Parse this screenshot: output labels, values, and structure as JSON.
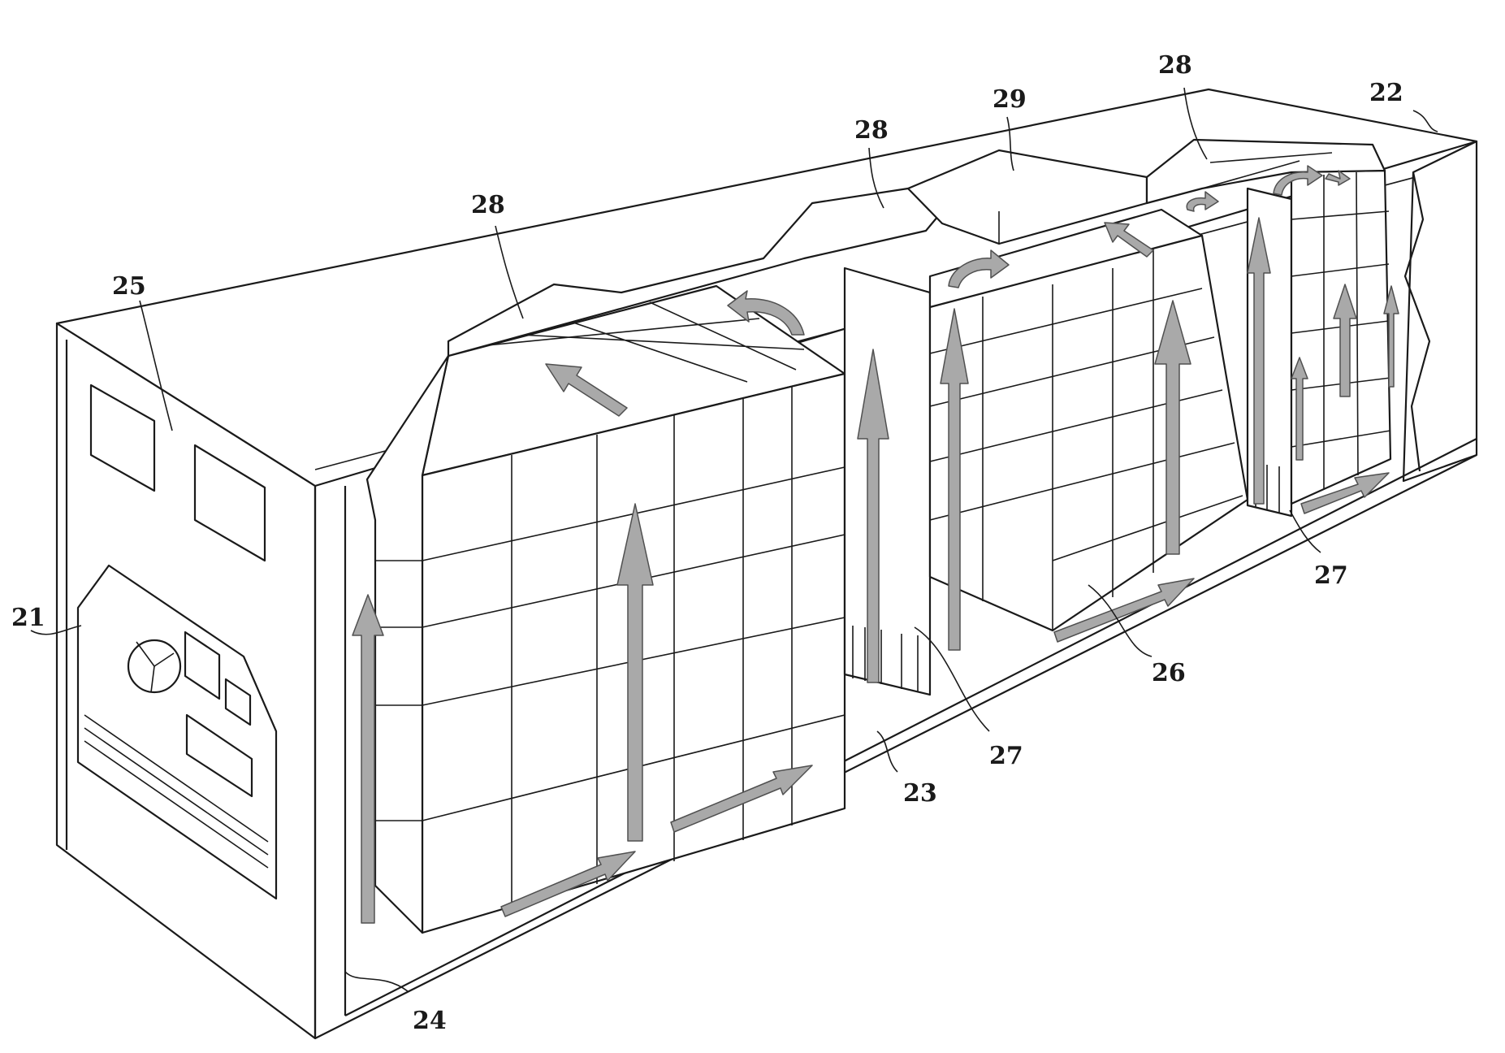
{
  "figure": {
    "labels": [
      {
        "id": "label-21",
        "text": "21"
      },
      {
        "id": "label-22",
        "text": "22"
      },
      {
        "id": "label-23",
        "text": "23"
      },
      {
        "id": "label-24",
        "text": "24"
      },
      {
        "id": "label-25",
        "text": "25"
      },
      {
        "id": "label-26",
        "text": "26"
      },
      {
        "id": "label-27-a",
        "text": "27"
      },
      {
        "id": "label-27-b",
        "text": "27"
      },
      {
        "id": "label-28-a",
        "text": "28"
      },
      {
        "id": "label-28-b",
        "text": "28"
      },
      {
        "id": "label-28-c",
        "text": "28"
      },
      {
        "id": "label-29",
        "text": "29"
      }
    ],
    "colors": {
      "line": "#1a1a1a",
      "arrow_fill": "#a9a9a9",
      "arrow_stroke": "#505050",
      "background": "#ffffff"
    }
  }
}
